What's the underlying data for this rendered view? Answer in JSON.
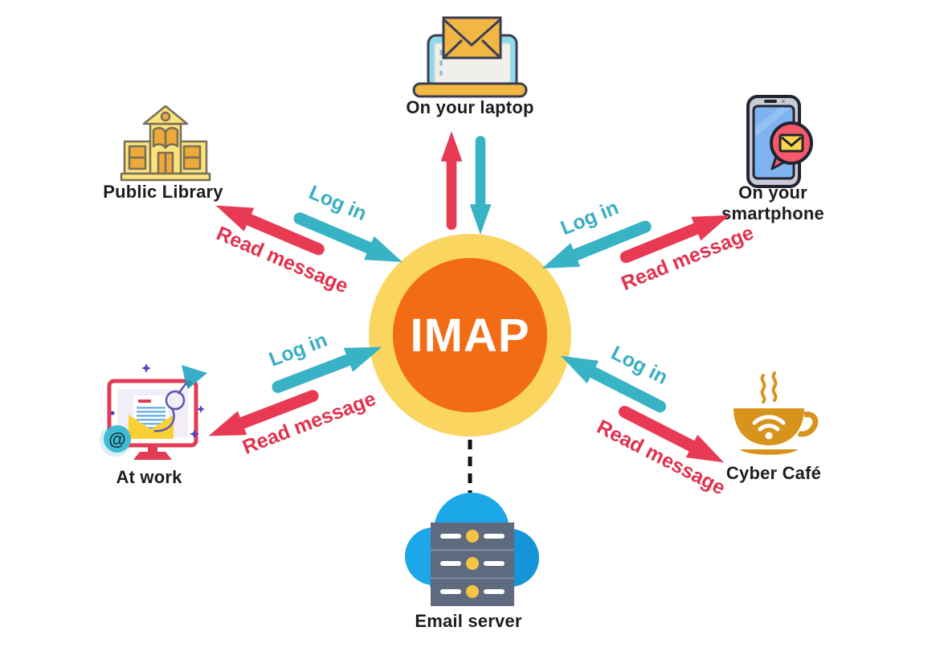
{
  "center": {
    "label": "IMAP"
  },
  "edge_labels": {
    "login": "Log in",
    "read": "Read message"
  },
  "nodes": {
    "laptop": {
      "label": "On your laptop"
    },
    "library": {
      "label": "Public Library"
    },
    "smartphone": {
      "label_line1": "On your",
      "label_line2": "smartphone"
    },
    "atwork": {
      "label": "At work"
    },
    "cafe": {
      "label": "Cyber Café"
    },
    "server": {
      "label": "Email server"
    }
  },
  "colors": {
    "teal_arrow": "#38B3C6",
    "red_arrow": "#E93A53",
    "center_outer": "#FAD560",
    "center_inner": "#F26C16",
    "login_text": "#3BAEC2",
    "read_text": "#E2314E",
    "label_text": "#1D1D1F",
    "cloud_blue": "#1CA7E8",
    "server_gray": "#5E6A7E",
    "icon_yellow": "#F1B643",
    "cafe_amber": "#D8931C"
  }
}
